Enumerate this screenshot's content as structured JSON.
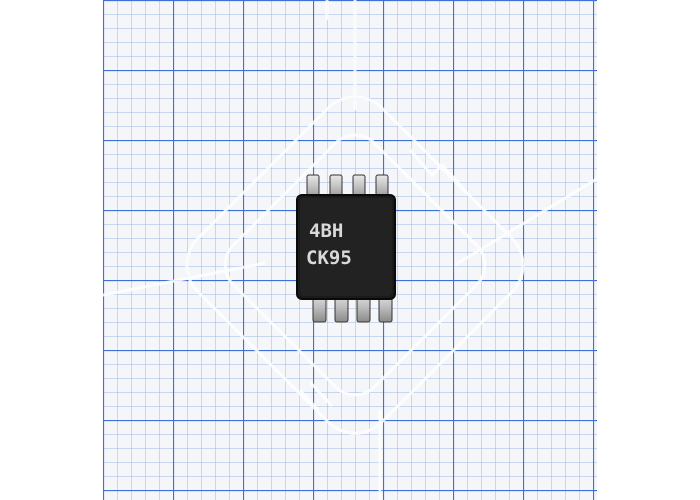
{
  "photo": {
    "subject": "msop-8-ic-chip",
    "background": "graph-paper",
    "watermark": "logo",
    "colors": {
      "paper": "#f4f6fa",
      "grid_minor": "#9cb6e6",
      "grid_major": "#3f70d6",
      "chip_body": "#1a1a1a",
      "pin_metal": "#cfcfcf",
      "marking": "#d9d9d9"
    }
  },
  "chip": {
    "marking_line1": "4BH",
    "marking_line2": "CK95",
    "pin_count": 8
  }
}
